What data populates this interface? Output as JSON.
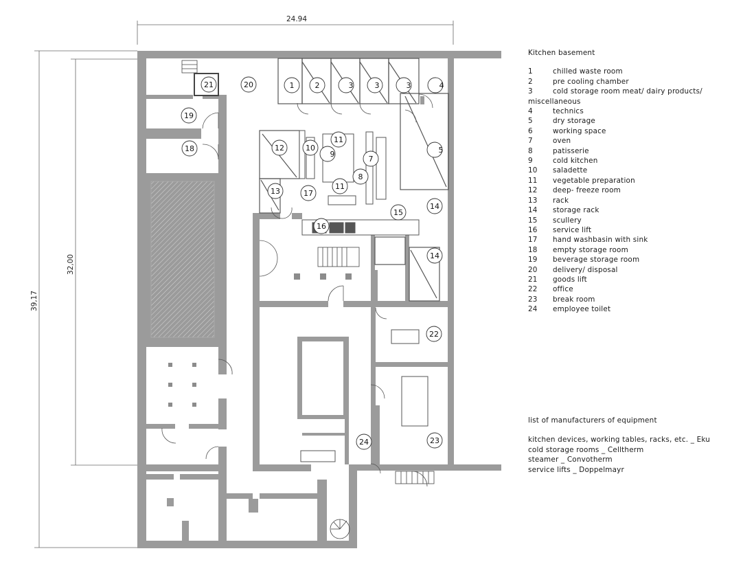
{
  "dimensions": {
    "width": "24.94",
    "height_inner": "32,00",
    "height_outer": "39,17"
  },
  "room_numbers": [
    "1",
    "2",
    "3",
    "3",
    "3",
    "4",
    "5",
    "7",
    "8",
    "9",
    "10",
    "11",
    "11",
    "12",
    "13",
    "14",
    "14",
    "15",
    "16",
    "17",
    "18",
    "19",
    "20",
    "21",
    "22",
    "23",
    "24"
  ],
  "legend": {
    "title": "Kitchen basement",
    "items": [
      {
        "num": "1",
        "label": "chilled waste room"
      },
      {
        "num": "2",
        "label": "pre cooling chamber"
      },
      {
        "num": "3",
        "label": "cold storage room meat/ dairy products/"
      },
      {
        "num": "",
        "label": "miscellaneous"
      },
      {
        "num": "4",
        "label": "technics"
      },
      {
        "num": "5",
        "label": "dry storage"
      },
      {
        "num": "6",
        "label": "working space"
      },
      {
        "num": "7",
        "label": "oven"
      },
      {
        "num": "8",
        "label": "patisserie"
      },
      {
        "num": "9",
        "label": "cold kitchen"
      },
      {
        "num": "10",
        "label": "saladette"
      },
      {
        "num": "11",
        "label": "vegetable preparation"
      },
      {
        "num": "12",
        "label": "deep- freeze room"
      },
      {
        "num": "13",
        "label": "rack"
      },
      {
        "num": "14",
        "label": "storage rack"
      },
      {
        "num": "15",
        "label": "scullery"
      },
      {
        "num": "16",
        "label": "service lift"
      },
      {
        "num": "17",
        "label": "hand washbasin with sink"
      },
      {
        "num": "18",
        "label": "empty storage room"
      },
      {
        "num": "19",
        "label": "beverage storage room"
      },
      {
        "num": "20",
        "label": "delivery/ disposal"
      },
      {
        "num": "21",
        "label": "goods lift"
      },
      {
        "num": "22",
        "label": "office"
      },
      {
        "num": "23",
        "label": "break room"
      },
      {
        "num": "24",
        "label": "employee toilet"
      }
    ]
  },
  "manufacturers": {
    "title": "list of manufacturers of equipment",
    "lines": [
      "kitchen devices, working tables, racks, etc. _ Eku",
      "cold storage rooms _ Celltherm",
      "steamer _ Convotherm",
      "service lifts _ Doppelmayr"
    ]
  },
  "colors": {
    "wall": "#9b9b9b",
    "line": "#333333",
    "background": "#ffffff"
  }
}
